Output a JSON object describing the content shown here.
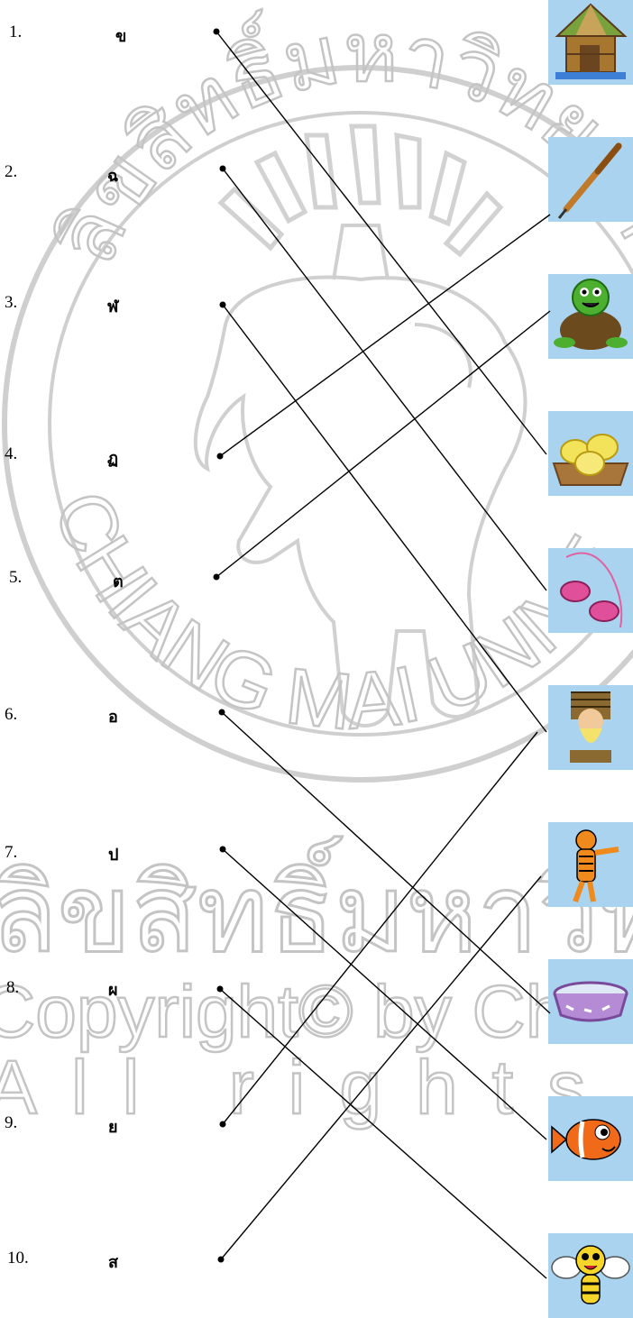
{
  "watermark": {
    "thai_top": "ลิขสิทธิ์มหาวิทยาลัยเชียงใหม่",
    "ring_text": "CHIANG MAI UNIVERSITY",
    "thai_bottom": "ลิขสิทธิ์มหาวิทยาลัยเชียงใหม่",
    "copyright": "Copyright© by Chiang Mai University",
    "rights": "All rights reserved"
  },
  "items": [
    {
      "number": "1.",
      "letter": "ข",
      "matches_picture": 4
    },
    {
      "number": "2.",
      "letter": "ฉ",
      "matches_picture": 5
    },
    {
      "number": "3.",
      "letter": "ฬ",
      "matches_picture": 6
    },
    {
      "number": "4.",
      "letter": "ฏ",
      "matches_picture": 2
    },
    {
      "number": "5.",
      "letter": "ต",
      "matches_picture": 3
    },
    {
      "number": "6.",
      "letter": "อ",
      "matches_picture": 8
    },
    {
      "number": "7.",
      "letter": "ป",
      "matches_picture": 9
    },
    {
      "number": "8.",
      "letter": "ผ",
      "matches_picture": 10
    },
    {
      "number": "9.",
      "letter": "ย",
      "matches_picture": 6
    },
    {
      "number": "10.",
      "letter": "ส",
      "matches_picture": 7
    }
  ],
  "pictures": [
    {
      "name": "hut-icon"
    },
    {
      "name": "pen-icon"
    },
    {
      "name": "turtle-icon"
    },
    {
      "name": "eggs-nest-icon"
    },
    {
      "name": "cymbals-icon"
    },
    {
      "name": "hermit-icon"
    },
    {
      "name": "tiger-icon"
    },
    {
      "name": "basin-icon"
    },
    {
      "name": "fish-icon"
    },
    {
      "name": "bee-icon"
    }
  ],
  "colors": {
    "picture_background": "#a9d3ef",
    "watermark": "#c4c4c4",
    "line": "#000000"
  }
}
